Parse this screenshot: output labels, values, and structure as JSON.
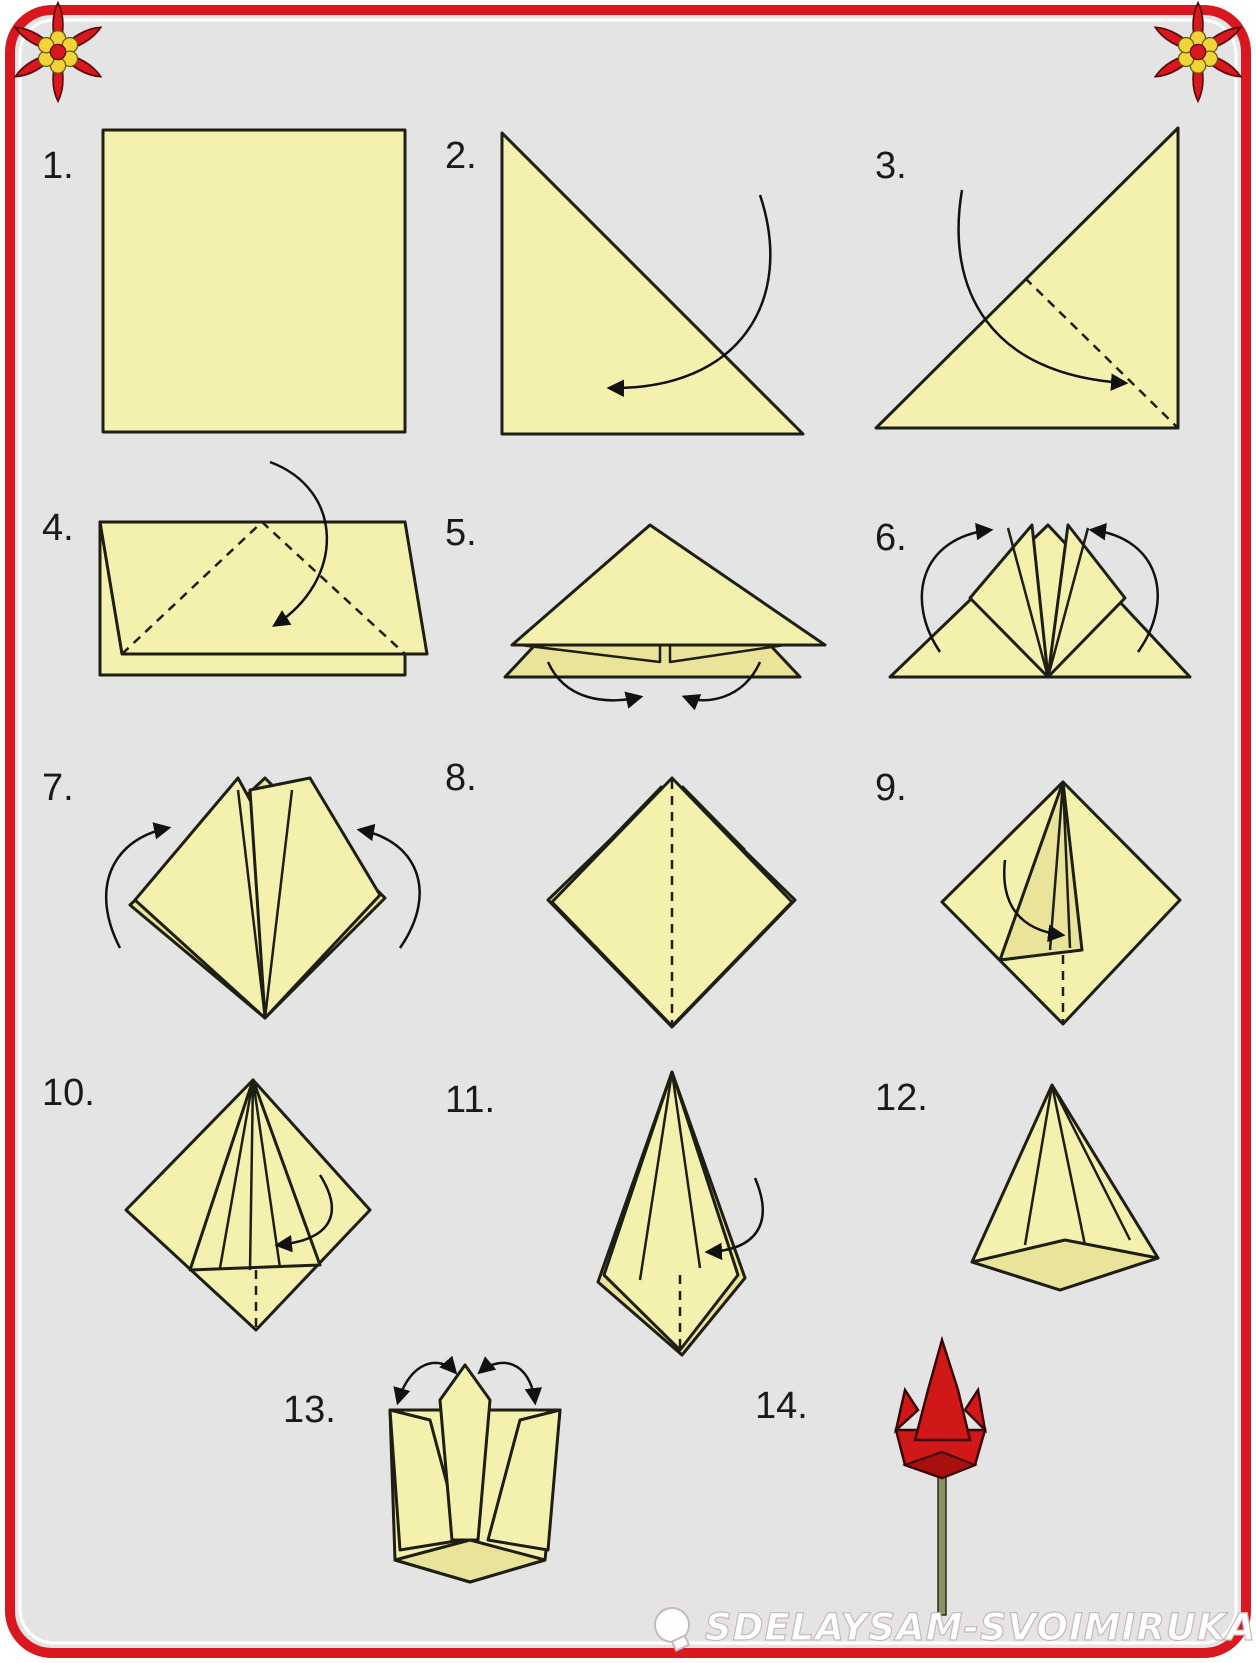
{
  "steps": [
    {
      "label": "1."
    },
    {
      "label": "2."
    },
    {
      "label": "3."
    },
    {
      "label": "4."
    },
    {
      "label": "5."
    },
    {
      "label": "6."
    },
    {
      "label": "7."
    },
    {
      "label": "8."
    },
    {
      "label": "9."
    },
    {
      "label": "10."
    },
    {
      "label": "11."
    },
    {
      "label": "12."
    },
    {
      "label": "13."
    },
    {
      "label": "14."
    }
  ],
  "watermark": "SDELAYSAM-SVOIMIRUKAMI.RU",
  "colors": {
    "frame": "#d8171e",
    "background": "#e4e4e4",
    "paper": "#f4f1ae",
    "tulip": "#d01818",
    "stem": "#8a9060"
  },
  "icons": [
    "corner-flower-icon",
    "lightbulb-logo-icon"
  ]
}
